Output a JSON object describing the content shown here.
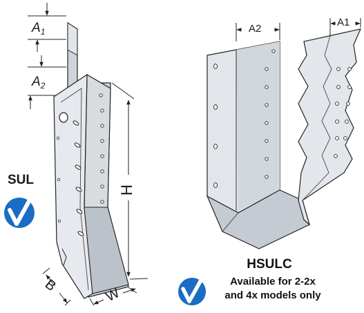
{
  "left_product": {
    "name": "SUL",
    "dims": {
      "a1_main": "A",
      "a1_sub": "1",
      "a2_main": "A",
      "a2_sub": "2",
      "h": "H",
      "b": "B",
      "w": "W"
    },
    "icon": "check-badge-icon"
  },
  "right_product": {
    "name": "HSULC",
    "line1": "Available for 2-2x",
    "line2": "and 4x models only",
    "dims": {
      "a2": "A2",
      "a1": "A1"
    },
    "icon": "check-badge-icon"
  },
  "colors": {
    "badge": "#1a6cc4",
    "metal_light": "#dfe3e8",
    "metal_mid": "#c7ccd3",
    "metal_dark": "#a9b0b8",
    "line": "#222222"
  }
}
